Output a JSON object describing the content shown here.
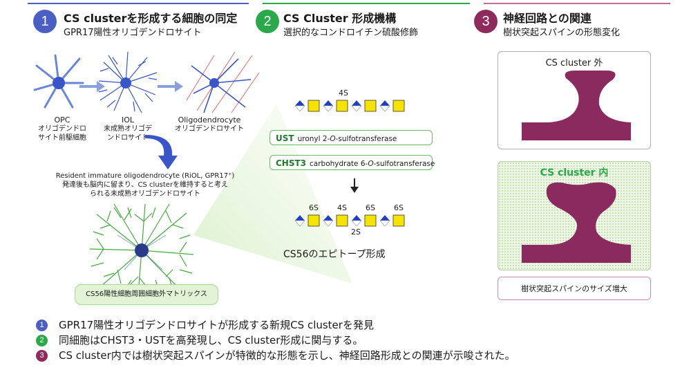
{
  "sections": [
    {
      "number": "1",
      "title": "CS clusterを形成する細胞の同定",
      "subtitle": "GPR17陽性オリゴデンドロサイト",
      "color": "#4a5fc1"
    },
    {
      "number": "2",
      "title": "CS Cluster 形成機構",
      "subtitle": "選択的なコンドロイチン硫酸修飾",
      "color": "#2aa84a"
    },
    {
      "number": "3",
      "title": "神経回路との関連",
      "subtitle": "樹状突起スパインの形態変化",
      "color": "#8e2a5c"
    }
  ],
  "cells": [
    {
      "name": "OPC",
      "desc": "オリゴデンドロ\nサイト前駆細胞"
    },
    {
      "name": "IOL",
      "desc": "未成熟オリゴデ\nンドロサイト"
    },
    {
      "name": "Oligodendrocyte",
      "desc": "オリゴデンドロサイト"
    }
  ],
  "riol": {
    "title": "Resident immature oligodendrocyte (RiOL, GPR17⁺)",
    "desc": "発達後も脳内に留まり、CS clusterを維持すると考え\nられる未成熟オリゴデンドロサイト"
  },
  "matrix_label": "CS56陽性細胞周囲細胞外マトリックス",
  "chain_top_label": "4S",
  "enzymes": [
    {
      "abbr": "UST",
      "prefix": "uronyl 2-",
      "italic": "O",
      "suffix": "-sulfotransferase"
    },
    {
      "abbr": "CHST3",
      "prefix": "carbohydrate 6-",
      "italic": "O",
      "suffix": "-sulfotransferase"
    }
  ],
  "chain_bottom_labels": {
    "a": "6S",
    "b": "4S",
    "c": "6S",
    "d": "6S",
    "e": "2S"
  },
  "epitope_label": "CS56のエピトープ形成",
  "spines": {
    "outside": "CS cluster 外",
    "inside": "CS cluster 内",
    "increase": "樹状突起スパインのサイズ増大"
  },
  "colors": {
    "spine": "#8a2a5f",
    "blue": "#1f3fc4",
    "yellow": "#f6e400",
    "green": "#2aa84a"
  },
  "bullets": [
    {
      "number": "1",
      "text": "GPR17陽性オリゴデンドロサイトが形成する新規CS clusterを発見",
      "color": "#4a5fc1"
    },
    {
      "number": "2",
      "text": "同細胞はCHST3・USTを高発現し、CS cluster形成に関与する。",
      "color": "#2aa84a"
    },
    {
      "number": "3",
      "text": "CS cluster内では樹状突起スパインが特徴的な形態を示し、神経回路形成との関連が示唆された。",
      "color": "#8e2a5c"
    }
  ]
}
